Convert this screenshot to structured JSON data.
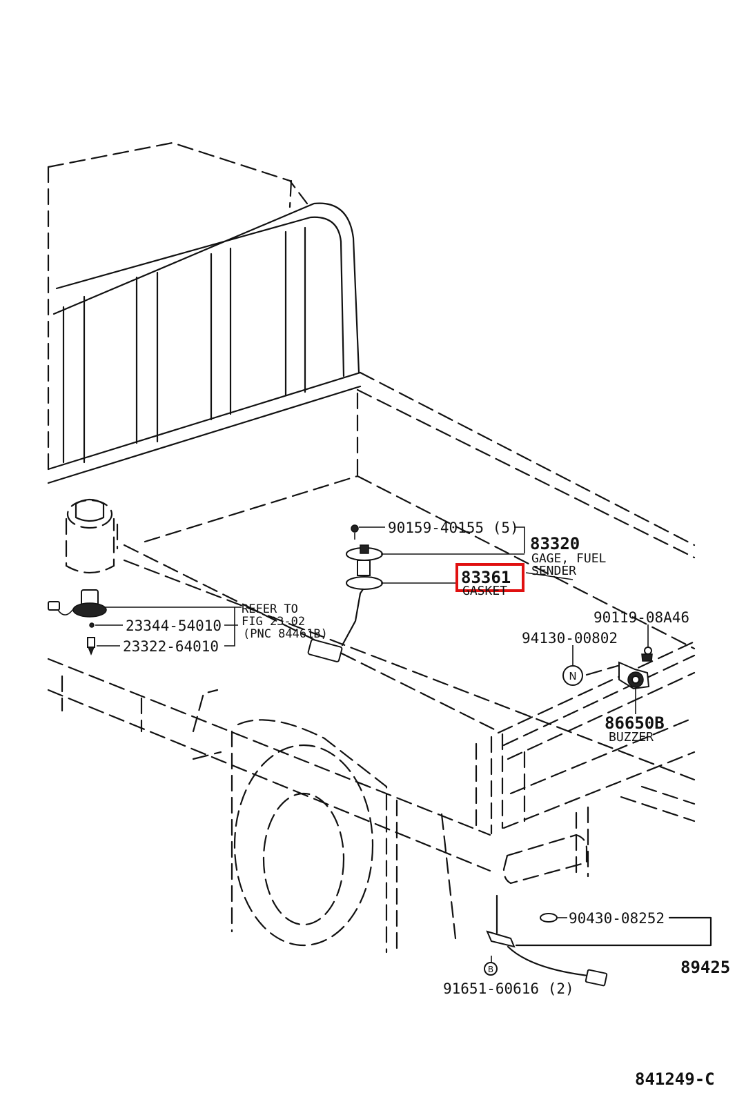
{
  "diagram": {
    "figure_code": "841249-C",
    "parts": {
      "bolt_90159": "90159-40155 (5)",
      "sender_no": "83320",
      "sender_desc_1": "GAGE, FUEL",
      "sender_desc_2": "SENDER",
      "gasket_no": "83361",
      "gasket_desc": "GASKET",
      "screw_90119": "90119-08A46",
      "part_94130": "94130-00802",
      "buzzer_no": "86650B",
      "buzzer_desc": "BUZZER",
      "switch_23344": "23344-54010",
      "switch_23322": "23322-64010",
      "refer_1": "REFER TO",
      "refer_2": "FIG 23-02",
      "refer_3": "(PNC 84461B)",
      "oring_90430": "90430-08252",
      "sensor_89425": "89425",
      "bolt_91651": "91651-60616 (2)"
    },
    "symbols": {
      "n_marker": "N",
      "b_marker": "B"
    },
    "highlight": {
      "part": "83361",
      "color": "#e01010"
    }
  }
}
